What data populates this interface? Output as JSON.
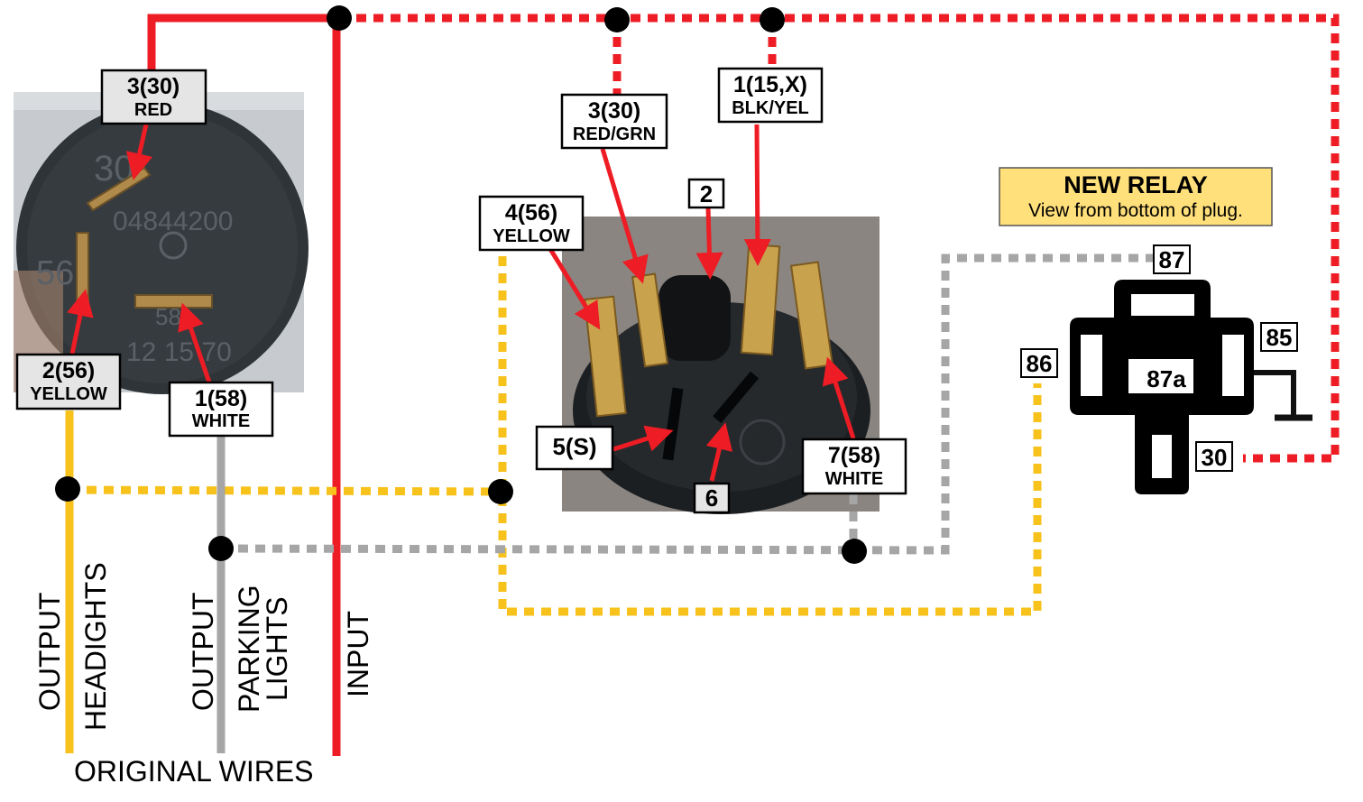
{
  "colors": {
    "red": "#ee1c24",
    "yellow": "#f7c21b",
    "gray": "#a6a6a6",
    "note_fill": "#ffe07a",
    "photo_dark": "#2e3338"
  },
  "old_switch": {
    "pin_30": {
      "num": "3(30)",
      "color": "RED"
    },
    "pin_56": {
      "num": "2(56)",
      "color": "YELLOW"
    },
    "pin_58": {
      "num": "1(58)",
      "color": "WHITE"
    },
    "markings": {
      "m30": "30",
      "m56": "56",
      "m58": "58",
      "part_top": "04844200",
      "part_bottom": "12 15 70"
    }
  },
  "new_switch": {
    "pin_30": {
      "num": "3(30)",
      "color": "RED/GRN"
    },
    "pin_15": {
      "num": "1(15,X)",
      "color": "BLK/YEL"
    },
    "pin_56": {
      "num": "4(56)",
      "color": "YELLOW"
    },
    "pin_2": "2",
    "pin_s": "5(S)",
    "pin_6": "6",
    "pin_58": {
      "num": "7(58)",
      "color": "WHITE"
    }
  },
  "relay": {
    "title": "NEW RELAY",
    "subtitle": "View from bottom of plug.",
    "pins": {
      "p87": "87",
      "p85": "85",
      "p86": "86",
      "p87a": "87a",
      "p30": "30"
    }
  },
  "wire_labels": {
    "headlights": {
      "line1": "OUTPUT",
      "line2": "HEADIGHTS"
    },
    "parking": {
      "line1": "OUTPUT",
      "line2a": "PARKING",
      "line2b": "LIGHTS"
    },
    "input": "INPUT",
    "original": "ORIGINAL WIRES"
  }
}
